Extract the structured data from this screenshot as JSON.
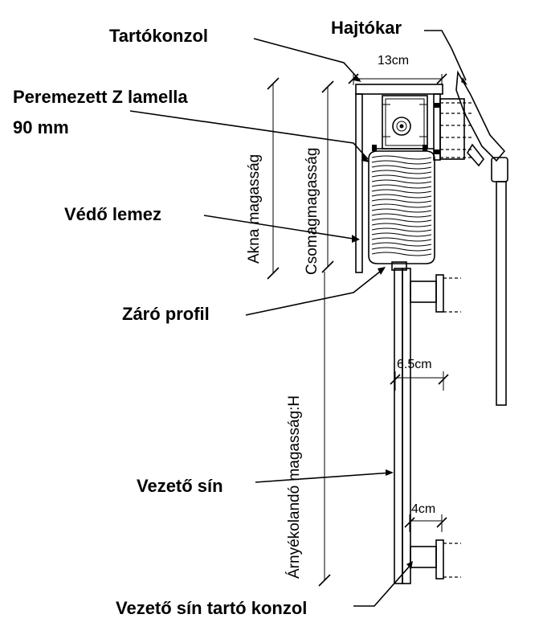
{
  "labels": {
    "tartokonzol": "Tartókonzol",
    "hajtokar": "Hajtókar",
    "lamella_line1": "Peremezett Z lamella",
    "lamella_line2": "90 mm",
    "vedo_lemez": "Védő lemez",
    "zaro_profil": "Záró profil",
    "vezeto_sin": "Vezető sín",
    "vezeto_sin_tarto": "Vezető sín tartó konzol"
  },
  "dimensions": {
    "box_width": "13cm",
    "rail_width": "6.5cm",
    "bracket_width": "4cm",
    "akna_magassag": "Akna magasság",
    "csomagmagassag": "Csomagmagasság",
    "arnyekolando": "Árnyékolandó magasság:H"
  }
}
